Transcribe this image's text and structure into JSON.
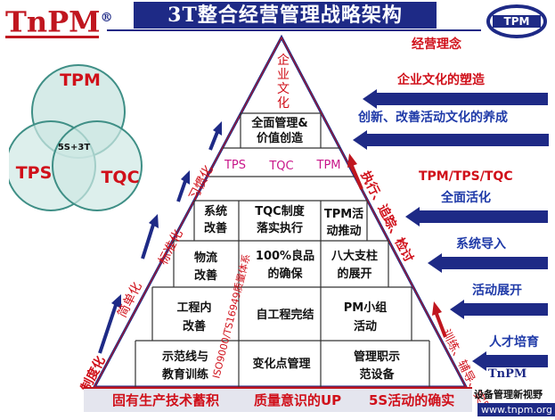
{
  "header": {
    "title": "3T整合经营管理战略架构",
    "logo_text": "TnPM",
    "logo_mark": "®",
    "logo_right_text": "TPM"
  },
  "venn": {
    "tpm": "TPM",
    "tps": "TPS",
    "tqc": "TQC",
    "center": "5S+3T"
  },
  "pyramid": {
    "apex": "企业文化",
    "top_cell": [
      "全面管理&",
      "价值创造"
    ],
    "band": [
      "TPS",
      "TQC",
      "TPM"
    ],
    "row1": {
      "left": [
        "系统",
        "改善"
      ],
      "mid": [
        "TQC制度",
        "落实执行"
      ],
      "right": [
        "TPM活",
        "动推动"
      ]
    },
    "row2": {
      "left": [
        "物流",
        "改善"
      ],
      "mid": [
        "100%良品",
        "的确保"
      ],
      "right": [
        "八大支柱",
        "的展开"
      ]
    },
    "row3": {
      "left": [
        "工程内",
        "改善"
      ],
      "mid": "自工程完结",
      "right": [
        "PM小组",
        "活动"
      ]
    },
    "row4": {
      "left": [
        "示范线与",
        "教育训练"
      ],
      "mid": "变化点管理",
      "right": [
        "管理职示",
        "范设备"
      ]
    },
    "iso_label": "ISO9000/TS16949质量体系",
    "left_side": [
      "制度化",
      "简单化",
      "标准化",
      "习惯化"
    ],
    "right_side": [
      "训练、辅导、实践",
      "执行、追踪、检讨"
    ]
  },
  "right_labels": [
    {
      "text": "经营理念",
      "color": "#d0101a"
    },
    {
      "text": "企业文化的塑造",
      "color": "#d0101a"
    },
    {
      "text": "创新、改善活动文化的养成",
      "color": "#1f3aa8"
    },
    {
      "text": "TPM/TPS/TQC",
      "color": "#d0101a"
    },
    {
      "text": "全面活化",
      "color": "#1f3aa8"
    },
    {
      "text": "系统导入",
      "color": "#1f3aa8"
    },
    {
      "text": "活动展开",
      "color": "#1f3aa8"
    },
    {
      "text": "人才培育",
      "color": "#1f3aa8"
    }
  ],
  "bottom": {
    "left": "固有生产技术蓄积",
    "mid": "质量意识的UP",
    "right": "5S活动的确实"
  },
  "footer": {
    "caption": "设备管理新视野",
    "logo": "TnPM",
    "url": "www.tnpm.org"
  },
  "colors": {
    "navy": "#1e2a86",
    "red": "#d0101a",
    "blue_text": "#1f3aa8",
    "venn_fill": "#cfe8e4",
    "venn_stroke": "#3f8f86"
  }
}
